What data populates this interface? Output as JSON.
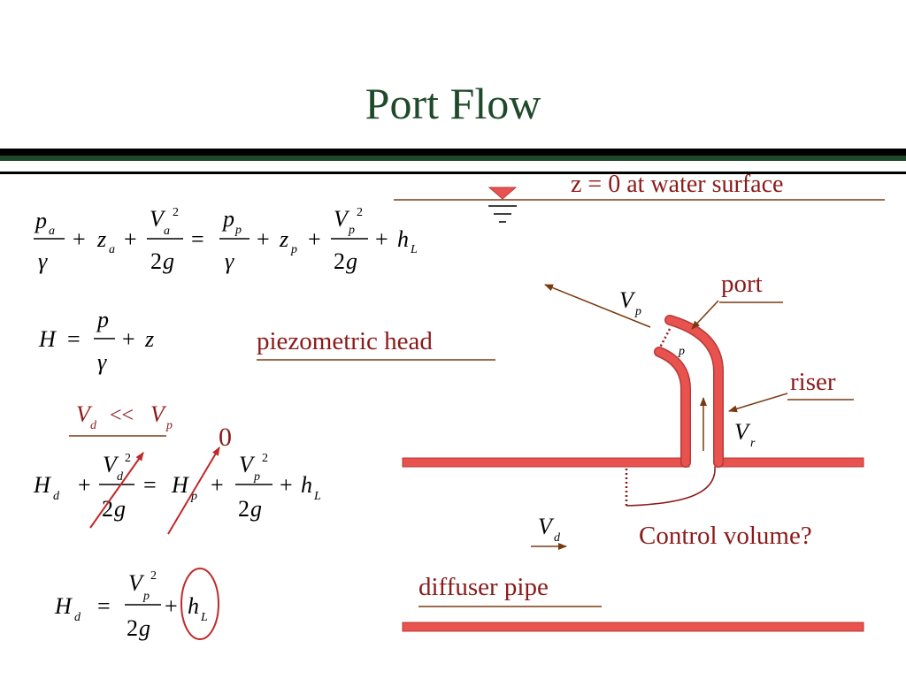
{
  "slide": {
    "title": "Port Flow",
    "surface_label": "z = 0 at water surface",
    "piezometric_label": "piezometric head",
    "port_label": "port",
    "riser_label": "riser",
    "control_volume_label": "Control volume?",
    "diffuser_label": "diffuser pipe",
    "zero_annotation": "0"
  },
  "colors": {
    "title": "#1f4a2a",
    "label": "#8b1a1a",
    "pipe_fill": "#e8524f",
    "pipe_stroke": "#b83a36",
    "arrow": "#7a3a10"
  }
}
